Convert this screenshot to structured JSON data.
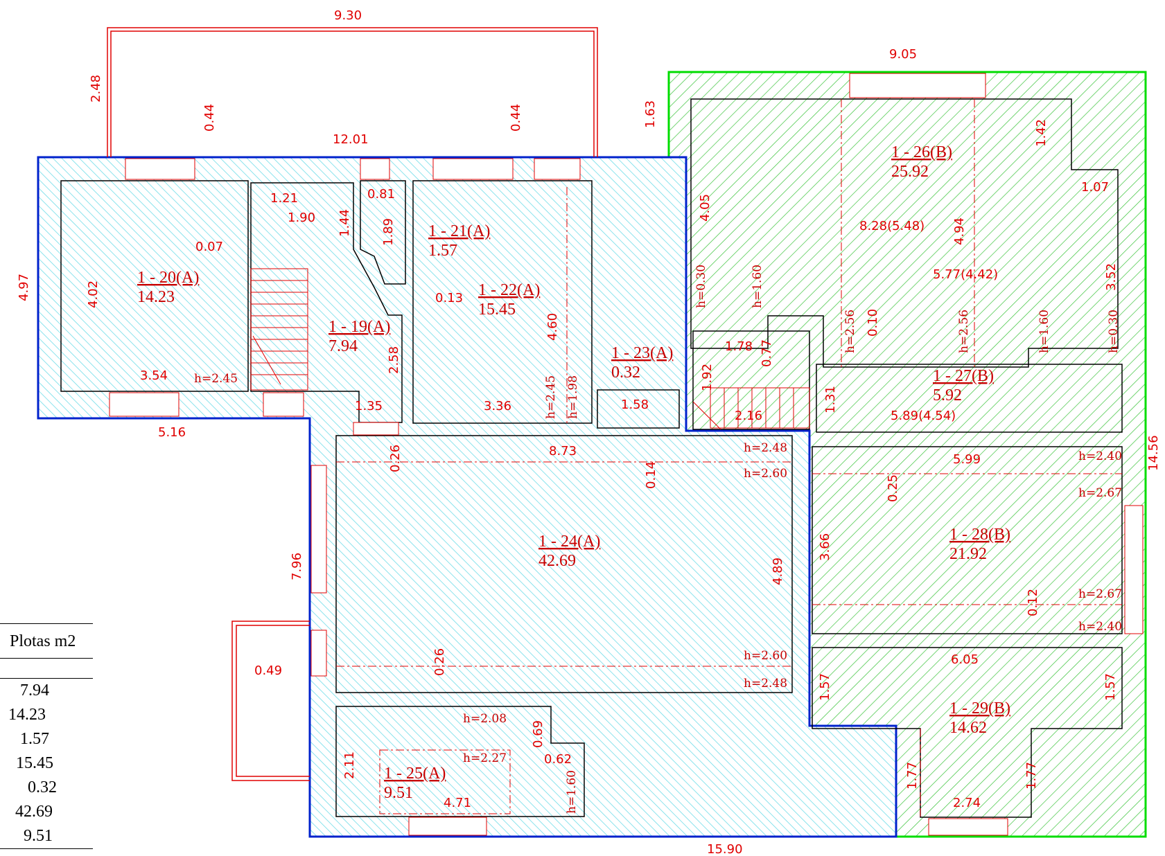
{
  "legend": {
    "header": "Plotas m2",
    "values": [
      "7.94",
      "14.23",
      "1.57",
      "15.45",
      "0.32",
      "42.69",
      "9.51"
    ]
  },
  "rooms": [
    {
      "id": "1 - 19",
      "zone": "(A)",
      "area": "7.94"
    },
    {
      "id": "1 - 20",
      "zone": "(A)",
      "area": "14.23"
    },
    {
      "id": "1 - 21",
      "zone": "(A)",
      "area": "1.57"
    },
    {
      "id": "1 - 22",
      "zone": "(A)",
      "area": "15.45"
    },
    {
      "id": "1 - 23",
      "zone": "(A)",
      "area": "0.32"
    },
    {
      "id": "1 - 24",
      "zone": "(A)",
      "area": "42.69"
    },
    {
      "id": "1 - 25",
      "zone": "(A)",
      "area": "9.51"
    },
    {
      "id": "1 - 26",
      "zone": "(B)",
      "area": "25.92"
    },
    {
      "id": "1 - 27",
      "zone": "(B)",
      "area": "5.92"
    },
    {
      "id": "1 - 28",
      "zone": "(B)",
      "area": "21.92"
    },
    {
      "id": "1 - 29",
      "zone": "(B)",
      "area": "14.62"
    }
  ],
  "dimensions": [
    "9.30",
    "9.05",
    "2.48",
    "1.63",
    "12.01",
    "0.44",
    "0.44",
    "4.97",
    "14.56",
    "5.16",
    "15.90",
    "7.96",
    "0.49",
    "1.21",
    "1.90",
    "1.44",
    "0.81",
    "1.89",
    "0.07",
    "4.02",
    "3.54",
    "0.13",
    "2.58",
    "1.35",
    "3.36",
    "4.60",
    "1.58",
    "8.73",
    "0.26",
    "0.14",
    "4.89",
    "0.26",
    "2.11",
    "0.69",
    "0.62",
    "4.71",
    "4.05",
    "8.28(5.48)",
    "4.94",
    "1.42",
    "1.07",
    "5.77(4.42)",
    "3.52",
    "0.10",
    "1.78",
    "0.77",
    "1.92",
    "2.16",
    "1.31",
    "5.89(4.54)",
    "5.99",
    "0.25",
    "3.66",
    "0.12",
    "6.05",
    "1.57",
    "1.57",
    "1.77",
    "1.77",
    "2.74"
  ],
  "heights": [
    "h=2.45",
    "h=2.45",
    "h=1.98",
    "h=2.48",
    "h=2.60",
    "h=2.60",
    "h=2.48",
    "h=2.08",
    "h=2.27",
    "h=1.60",
    "h=0.30",
    "h=1.60",
    "h=2.56",
    "h=2.56",
    "h=1.60",
    "h=0.30",
    "h=2.40",
    "h=2.67",
    "h=2.67",
    "h=2.40"
  ],
  "colors": {
    "zone_a_fill": "#7fe3ee",
    "zone_a_outline": "#0022cc",
    "zone_b_fill": "#35c235",
    "zone_b_outline": "#00dd00",
    "annotation": "#e00000",
    "walls": "#000000"
  }
}
